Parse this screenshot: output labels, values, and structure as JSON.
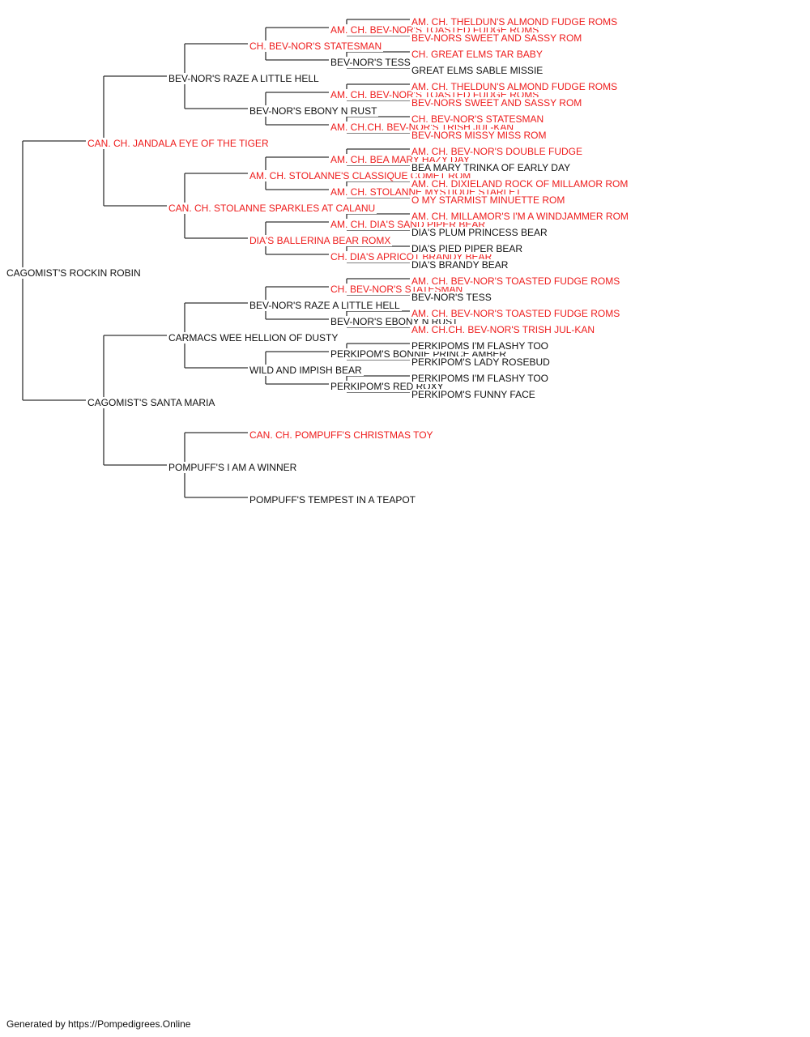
{
  "colors": {
    "champion": "#ee1c1c",
    "normal": "#111111",
    "line": "#333333"
  },
  "pedigree": {
    "name": "CAGOMIST'S ROCKIN ROBIN",
    "champion": false,
    "sire": {
      "name": "CAN. CH. JANDALA EYE OF THE TIGER",
      "champion": true,
      "sire": {
        "name": "BEV-NOR'S RAZE A LITTLE HELL",
        "champion": false,
        "sire": {
          "name": "CH. BEV-NOR'S STATESMAN",
          "champion": true,
          "sire": {
            "name": "AM. CH. BEV-NOR'S TOASTED FUDGE ROMS",
            "champion": true,
            "sire": {
              "name": "AM. CH. THELDUN'S ALMOND FUDGE ROMS",
              "champion": true
            },
            "dam": {
              "name": "BEV-NORS SWEET AND SASSY ROM",
              "champion": true
            }
          },
          "dam": {
            "name": "BEV-NOR'S TESS",
            "champion": false,
            "sire": {
              "name": "CH. GREAT ELMS TAR BABY",
              "champion": true
            },
            "dam": {
              "name": "GREAT ELMS SABLE MISSIE",
              "champion": false
            }
          }
        },
        "dam": {
          "name": "BEV-NOR'S EBONY N RUST",
          "champion": false,
          "sire": {
            "name": "AM. CH. BEV-NOR'S TOASTED FUDGE ROMS",
            "champion": true,
            "sire": {
              "name": "AM. CH. THELDUN'S ALMOND FUDGE ROMS",
              "champion": true
            },
            "dam": {
              "name": "BEV-NORS SWEET AND SASSY ROM",
              "champion": true
            }
          },
          "dam": {
            "name": "AM. CH.CH. BEV-NOR'S TRISH JUL-KAN",
            "champion": true,
            "sire": {
              "name": "CH. BEV-NOR'S STATESMAN",
              "champion": true
            },
            "dam": {
              "name": "BEV-NORS MISSY MISS ROM",
              "champion": true
            }
          }
        }
      },
      "dam": {
        "name": "CAN. CH. STOLANNE SPARKLES AT CALANU",
        "champion": true,
        "sire": {
          "name": "AM. CH. STOLANNE'S CLASSIQUE COMET ROM",
          "champion": true,
          "sire": {
            "name": "AM. CH. BEA MARY HAZY DAY",
            "champion": true,
            "sire": {
              "name": "AM. CH. BEV-NOR'S DOUBLE FUDGE",
              "champion": true
            },
            "dam": {
              "name": "BEA MARY TRINKA OF EARLY DAY",
              "champion": false
            }
          },
          "dam": {
            "name": "AM. CH. STOLANNE MYSTIQUE STARLET",
            "champion": true,
            "sire": {
              "name": "AM. CH. DIXIELAND ROCK OF MILLAMOR ROM",
              "champion": true
            },
            "dam": {
              "name": "O MY STARMIST MINUETTE ROM",
              "champion": true
            }
          }
        },
        "dam": {
          "name": "DIA'S BALLERINA BEAR ROMX",
          "champion": true,
          "sire": {
            "name": "AM. CH. DIA'S SAND PIPER BEAR",
            "champion": true,
            "sire": {
              "name": "AM. CH. MILLAMOR'S I'M A WINDJAMMER ROM",
              "champion": true
            },
            "dam": {
              "name": "DIA'S PLUM PRINCESS BEAR",
              "champion": false
            }
          },
          "dam": {
            "name": "CH. DIA'S APRICOT BRANDY BEAR",
            "champion": true,
            "sire": {
              "name": "DIA'S PIED PIPER BEAR",
              "champion": false
            },
            "dam": {
              "name": "DIA'S BRANDY BEAR",
              "champion": false
            }
          }
        }
      }
    },
    "dam": {
      "name": "CAGOMIST'S SANTA MARIA",
      "champion": false,
      "sire": {
        "name": "CARMACS WEE HELLION OF DUSTY",
        "champion": false,
        "sire": {
          "name": "BEV-NOR'S RAZE A LITTLE HELL",
          "champion": false,
          "sire": {
            "name": "CH. BEV-NOR'S STATESMAN",
            "champion": true,
            "sire": {
              "name": "AM. CH. BEV-NOR'S TOASTED FUDGE ROMS",
              "champion": true
            },
            "dam": {
              "name": "BEV-NOR'S TESS",
              "champion": false
            }
          },
          "dam": {
            "name": "BEV-NOR'S EBONY N RUST",
            "champion": false,
            "sire": {
              "name": "AM. CH. BEV-NOR'S TOASTED FUDGE ROMS",
              "champion": true
            },
            "dam": {
              "name": "AM. CH.CH. BEV-NOR'S TRISH JUL-KAN",
              "champion": true
            }
          }
        },
        "dam": {
          "name": "WILD AND IMPISH BEAR",
          "champion": false,
          "sire": {
            "name": "PERKIPOM'S BONNIE PRINCE AMBER",
            "champion": false,
            "sire": {
              "name": "PERKIPOMS I'M FLASHY TOO",
              "champion": false
            },
            "dam": {
              "name": "PERKIPOM'S LADY ROSEBUD",
              "champion": false
            }
          },
          "dam": {
            "name": "PERKIPOM'S RED ROXY",
            "champion": false,
            "sire": {
              "name": "PERKIPOMS I'M FLASHY TOO",
              "champion": false
            },
            "dam": {
              "name": "PERKIPOM'S FUNNY FACE",
              "champion": false
            }
          }
        }
      },
      "dam": {
        "name": "POMPUFF'S I AM A WINNER",
        "champion": false,
        "sire": {
          "name": "CAN. CH. POMPUFF'S CHRISTMAS TOY",
          "champion": true
        },
        "dam": {
          "name": "POMPUFF'S TEMPEST IN A TEAPOT",
          "champion": false
        }
      }
    }
  },
  "footer": {
    "text": "Generated by https://Pompedigrees.Online"
  }
}
